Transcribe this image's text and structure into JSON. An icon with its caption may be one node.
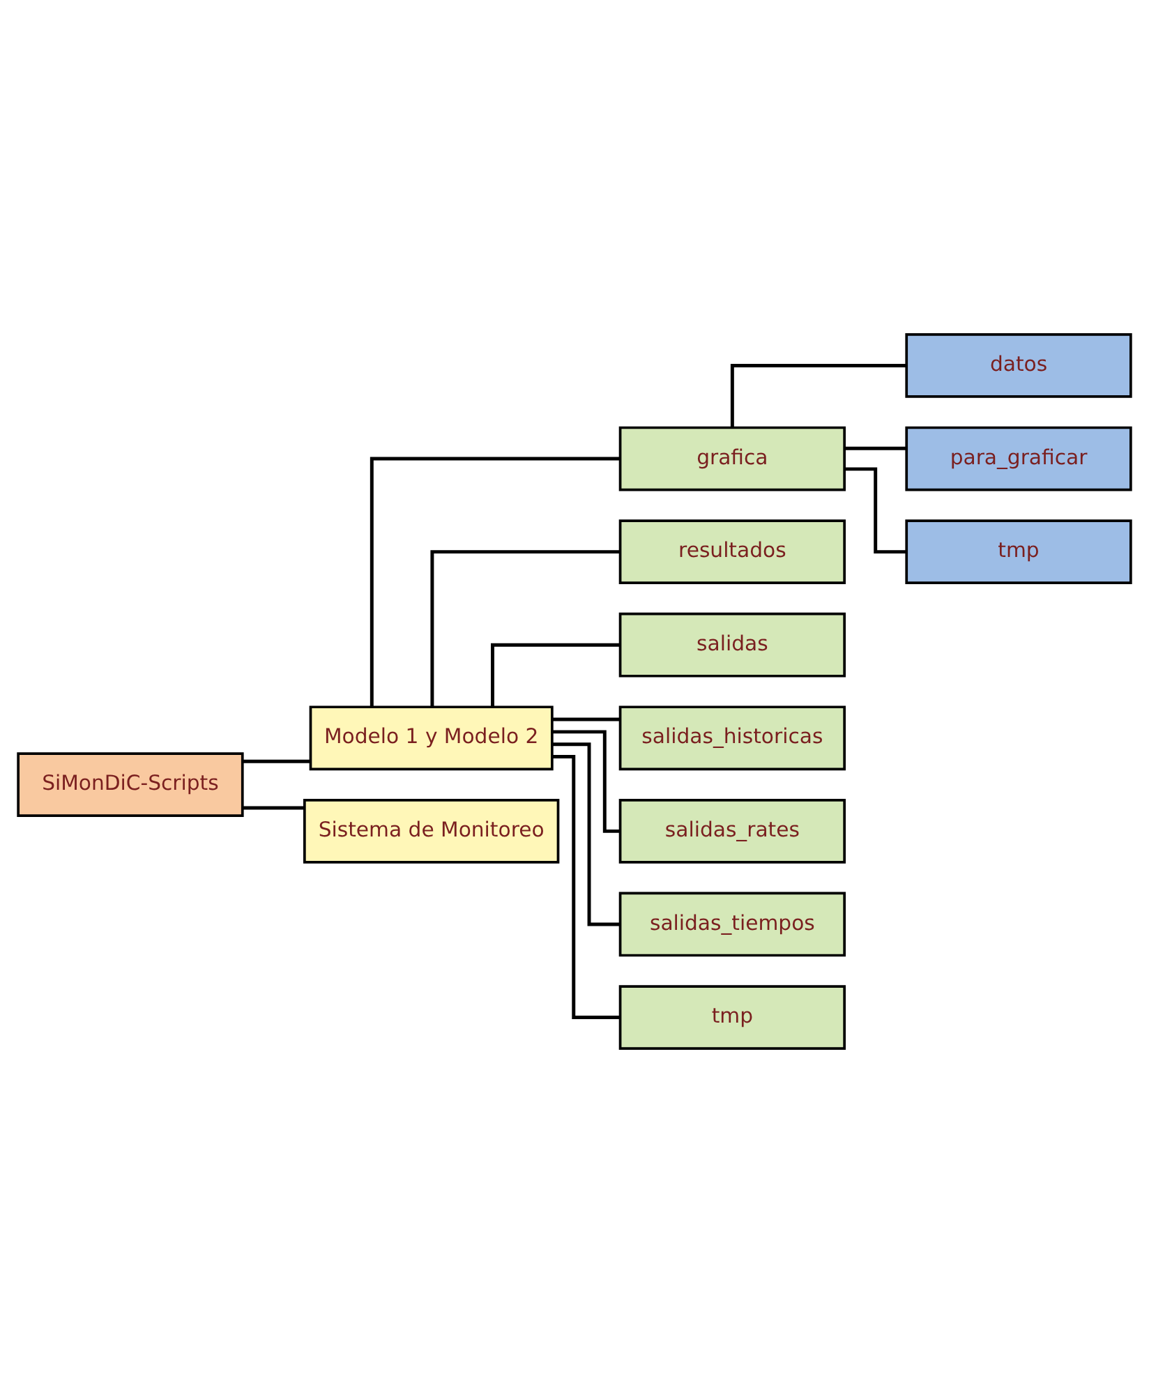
{
  "diagram": {
    "nodes": [
      {
        "text": [
          "SiMonDiC-Scripts"
        ]
      },
      {
        "text": [
          "Modelo 1 y Modelo 2"
        ]
      },
      {
        "text": [
          "grafica"
        ]
      },
      {
        "text": [
          "datos"
        ]
      },
      {
        "text": [
          "para_graficar"
        ]
      },
      {
        "text": [
          "tmp"
        ]
      },
      {
        "text": [
          "resultados"
        ]
      },
      {
        "text": [
          "salidas"
        ]
      },
      {
        "text": [
          "salidas_historicas"
        ]
      },
      {
        "text": [
          "salidas_rates"
        ]
      },
      {
        "text": [
          "salidas_tiempos"
        ]
      },
      {
        "text": [
          "tmp"
        ]
      },
      {
        "text": [
          "Sistema de Monitoreo"
        ]
      }
    ],
    "edges": [
      {
        "from": 0,
        "to": 1,
        "arrow": "none"
      },
      {
        "from": 1,
        "to": 2,
        "arrow": "none"
      },
      {
        "from": 2,
        "to": 3,
        "arrow": "none"
      },
      {
        "from": 2,
        "to": 4,
        "arrow": "none"
      },
      {
        "from": 2,
        "to": 5,
        "arrow": "none"
      },
      {
        "from": 1,
        "to": 6,
        "arrow": "none"
      },
      {
        "from": 1,
        "to": 7,
        "arrow": "none"
      },
      {
        "from": 1,
        "to": 8,
        "arrow": "none"
      },
      {
        "from": 1,
        "to": 9,
        "arrow": "none"
      },
      {
        "from": 1,
        "to": 10,
        "arrow": "none"
      },
      {
        "from": 1,
        "to": 11,
        "arrow": "none"
      },
      {
        "from": 0,
        "to": 12,
        "arrow": "none"
      }
    ]
  }
}
